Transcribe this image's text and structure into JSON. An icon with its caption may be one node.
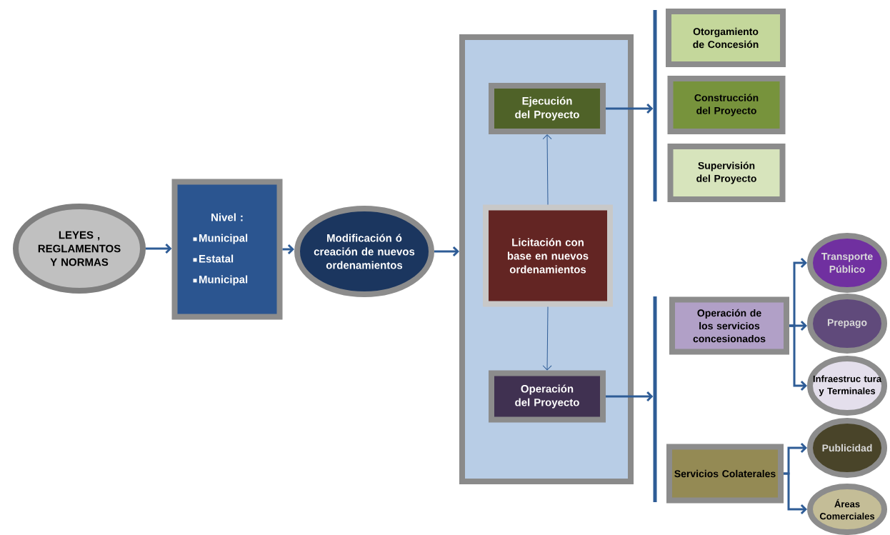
{
  "diagram": {
    "nodes": [
      {
        "text": [
          "LEYES , REGLAMENTOS Y NORMAS"
        ]
      },
      {
        "text": [
          "Nivel :",
          "Municipal",
          "Estatal",
          "Municipal"
        ]
      },
      {
        "text": [
          "Modificación ó creación de nuevos ordenamientos"
        ]
      },
      {
        "text": [],
        "shape": "box"
      },
      {
        "text": [
          "Ejecución del Proyecto"
        ],
        "in": 3
      },
      {
        "text": [
          "Licitación con base en nuevos ordenamientos"
        ],
        "in": 3
      },
      {
        "text": [
          "Operación del Proyecto"
        ],
        "in": 3
      },
      {
        "text": [],
        "shape": "bar"
      },
      {
        "text": [
          "Otorgamiento de Concesión"
        ]
      },
      {
        "text": [
          "Construcción del Proyecto"
        ]
      },
      {
        "text": [
          "Supervisión del Proyecto"
        ]
      },
      {
        "text": [],
        "shape": "bar"
      },
      {
        "text": [
          "Operación de los servicios concesionados"
        ]
      },
      {
        "text": [
          "Servicios Colaterales"
        ]
      },
      {
        "text": [
          "Transporte Público"
        ]
      },
      {
        "text": [
          "Prepago"
        ]
      },
      {
        "text": [
          "Infraestruc tura y Terminales"
        ]
      },
      {
        "text": [
          "Publicidad"
        ]
      },
      {
        "text": [
          "Áreas Comerciales"
        ]
      }
    ],
    "edges": [
      {
        "from": 0,
        "to": 1,
        "arrow": "to"
      },
      {
        "from": 1,
        "to": 2,
        "arrow": "to"
      },
      {
        "from": 2,
        "to": 3,
        "arrow": "to"
      },
      {
        "from": 5,
        "to": 4,
        "arrow": "to"
      },
      {
        "from": 5,
        "to": 6,
        "arrow": "to"
      },
      {
        "from": 4,
        "to": 7,
        "arrow": "to"
      },
      {
        "from": 6,
        "to": 11,
        "arrow": "to"
      },
      {
        "from": 12,
        "to": 14,
        "arrow": "to"
      },
      {
        "from": 12,
        "to": 15,
        "arrow": "to"
      },
      {
        "from": 12,
        "to": 16,
        "arrow": "to"
      },
      {
        "from": 13,
        "to": 17,
        "arrow": "to"
      },
      {
        "from": 13,
        "to": 18,
        "arrow": "to"
      }
    ]
  }
}
